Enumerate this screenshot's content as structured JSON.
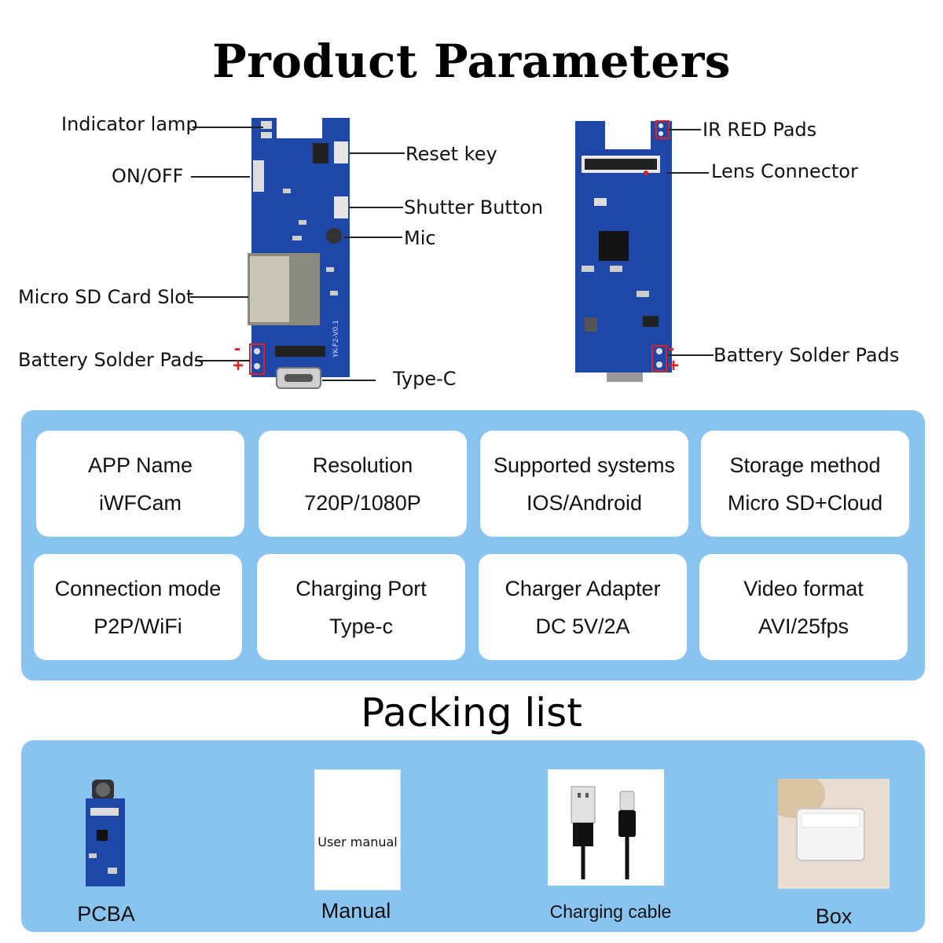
{
  "title": "Product Parameters",
  "front_board": {
    "labels": {
      "indicator_lamp": "Indicator lamp",
      "on_off": "ON/OFF",
      "micro_sd": "Micro SD Card Slot",
      "battery_pads": "Battery Solder Pads",
      "reset_key": "Reset key",
      "shutter_button": "Shutter Button",
      "mic": "Mic",
      "type_c": "Type-C"
    },
    "minus": "-",
    "plus": "+",
    "silkscreen": "YK-F2-V0.1"
  },
  "back_board": {
    "labels": {
      "ir_red_pads": "IR RED Pads",
      "lens_connector": "Lens Connector",
      "battery_pads": "Battery Solder Pads"
    },
    "minus": "-",
    "plus": "+"
  },
  "specs": [
    {
      "label": "APP Name",
      "value": "iWFCam"
    },
    {
      "label": "Resolution",
      "value": "720P/1080P"
    },
    {
      "label": "Supported systems",
      "value": "IOS/Android"
    },
    {
      "label": "Storage method",
      "value": "Micro SD+Cloud"
    },
    {
      "label": "Connection mode",
      "value": "P2P/WiFi"
    },
    {
      "label": "Charging Port",
      "value": "Type-c"
    },
    {
      "label": "Charger Adapter",
      "value": "DC 5V/2A"
    },
    {
      "label": "Video format",
      "value": "AVI/25fps"
    }
  ],
  "packing": {
    "title": "Packing list",
    "items": [
      {
        "name": "PCBA"
      },
      {
        "name": "Manual",
        "cover_text": "User manual"
      },
      {
        "name": "Charging cable"
      },
      {
        "name": "Box"
      }
    ]
  },
  "colors": {
    "panel": "#89c3f0",
    "board": "#1f47a8",
    "marker": "#e02020"
  }
}
